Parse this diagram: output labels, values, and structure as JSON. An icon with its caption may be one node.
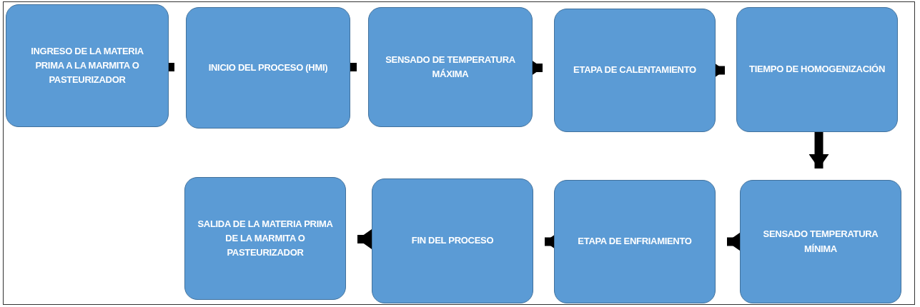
{
  "diagram": {
    "nodes": [
      {
        "text": [
          "INGRESO DE LA MATERIA PRIMA A LA MARMITA O PASTEURIZADOR"
        ]
      },
      {
        "text": [
          "INICIO DEL PROCESO (HMI)"
        ]
      },
      {
        "text": [
          "SENSADO DE TEMPERATURA MÁXIMA"
        ]
      },
      {
        "text": [
          "ETAPA DE CALENTAMIENTO"
        ]
      },
      {
        "text": [
          "TIEMPO DE HOMOGENIZACIÓN"
        ]
      },
      {
        "text": [
          "SENSADO TEMPERATURA MÍNIMA"
        ]
      },
      {
        "text": [
          "ETAPA DE ENFRIAMIENTO"
        ]
      },
      {
        "text": [
          "FIN DEL PROCESO"
        ]
      },
      {
        "text": [
          "SALIDA DE LA MATERIA PRIMA DE LA MARMITA O PASTEURIZADOR"
        ]
      }
    ],
    "edges": [
      {
        "from": 0,
        "to": 1,
        "arrow": "to"
      },
      {
        "from": 1,
        "to": 2,
        "arrow": "to"
      },
      {
        "from": 2,
        "to": 3,
        "arrow": "to"
      },
      {
        "from": 3,
        "to": 4,
        "arrow": "to"
      },
      {
        "from": 4,
        "to": 5,
        "arrow": "to"
      },
      {
        "from": 5,
        "to": 6,
        "arrow": "to"
      },
      {
        "from": 6,
        "to": 7,
        "arrow": "to"
      },
      {
        "from": 7,
        "to": 8,
        "arrow": "to"
      }
    ]
  }
}
